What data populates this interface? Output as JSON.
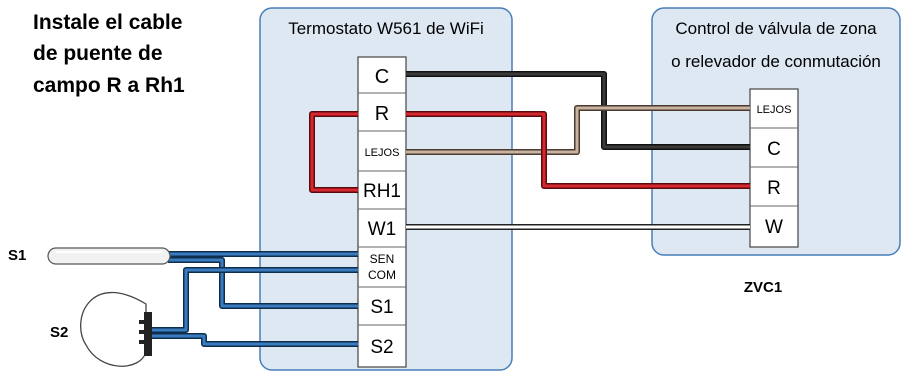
{
  "instruction": {
    "line1": "Instale el cable",
    "line2": "de puente de",
    "line3": "campo R a Rh1"
  },
  "thermostat": {
    "title": "Termostato W561 de WiFi",
    "terminals": {
      "c": "C",
      "r": "R",
      "lejos": "LEJOS",
      "rh1": "RH1",
      "w1": "W1",
      "sen": "SEN",
      "com": "COM",
      "s1": "S1",
      "s2": "S2"
    }
  },
  "zone_control": {
    "title_line1": "Control de válvula de zona",
    "title_line2": "o relevador de conmutación",
    "terminals": {
      "lejos": "LEJOS",
      "c": "C",
      "r": "R",
      "w": "W"
    },
    "label": "ZVC1"
  },
  "sensors": {
    "s1": "S1",
    "s2": "S2"
  },
  "colors": {
    "panel_fill": "#dde8f3",
    "panel_stroke": "#4a7fb8",
    "wire_black": "#231f20",
    "wire_red": "#d7282f",
    "wire_tan": "#b59a82",
    "wire_blue": "#2e6fa8",
    "wire_white": "#ffffff"
  }
}
